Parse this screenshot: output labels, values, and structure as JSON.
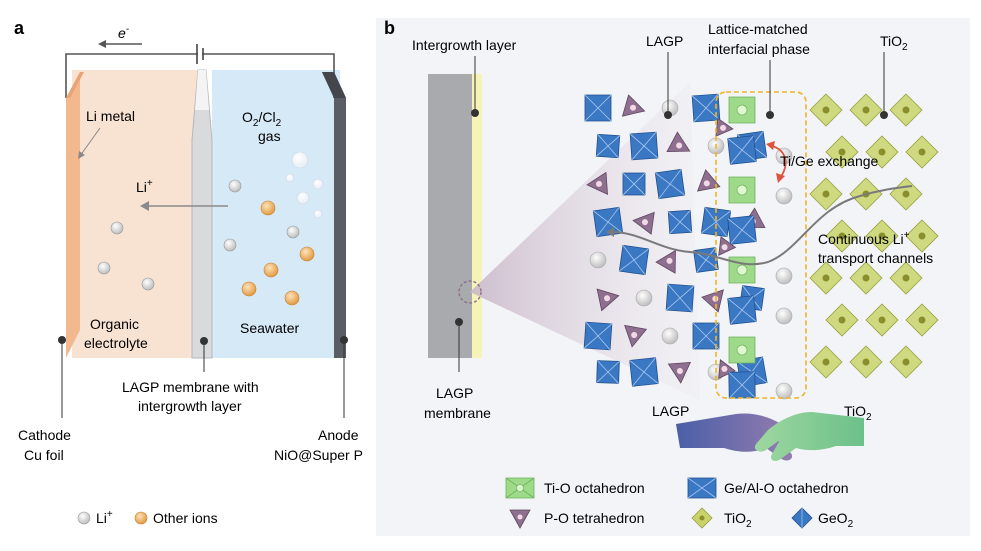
{
  "panel_a": {
    "label": "a",
    "electron_label": "e",
    "electron_sup": "-",
    "li_metal": "Li metal",
    "gas_line1": "O",
    "gas_sub1": "2",
    "gas_mid": "/Cl",
    "gas_sub2": "2",
    "gas_line2": "gas",
    "li_ion": "Li",
    "li_ion_sup": "+",
    "organic_1": "Organic",
    "organic_2": "electrolyte",
    "seawater": "Seawater",
    "membrane_1": "LAGP membrane with",
    "membrane_2": "intergrowth layer",
    "cathode_1": "Cathode",
    "cathode_2": "Cu foil",
    "anode_1": "Anode",
    "anode_2": "NiO@Super P",
    "legend_li": "Li",
    "legend_li_sup": "+",
    "legend_other": "Other ions",
    "colors": {
      "organic_bg": "#f8e3d2",
      "seawater_bg": "#d6e9f7",
      "cathode": "#f3b98e",
      "anode": "#5a5d63",
      "membrane": "#d9dadc",
      "li_ion": "#d7d7d7",
      "other_ion": "#e8a95a"
    }
  },
  "panel_b": {
    "label": "b",
    "intergrowth": "Intergrowth layer",
    "lagp_top": "LAGP",
    "lattice_1": "Lattice-matched",
    "lattice_2": "interfacial phase",
    "tio2_top": "TiO",
    "tio2_top_sub": "2",
    "exchange": "Ti/Ge exchange",
    "channels_1": "Continuous Li",
    "channels_sup": "+",
    "channels_2": "transport channels",
    "lagp_membrane_1": "LAGP",
    "lagp_membrane_2": "membrane",
    "handshake_left": "LAGP",
    "handshake_right": "TiO",
    "handshake_right_sub": "2",
    "legend": {
      "tio_oct": "Ti-O octahedron",
      "ge_oct": "Ge/Al-O octahedron",
      "po_tet": "P-O tetrahedron",
      "tio2": "TiO",
      "tio2_sub": "2",
      "geo2": "GeO",
      "geo2_sub": "2"
    },
    "colors": {
      "panel_bg": "#f2f4f7",
      "ge_octahedron": "#3b78c4",
      "ti_octahedron": "#9fd98a",
      "p_tetrahedron": "#8e6f8f",
      "tio2": "#c9d36a",
      "interface_box": "#f0b429",
      "arrow_red": "#e0523f"
    }
  }
}
